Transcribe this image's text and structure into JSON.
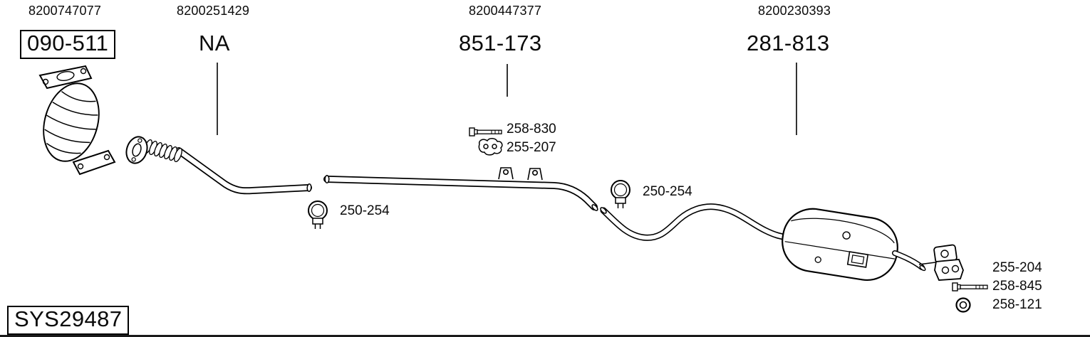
{
  "header_labels": [
    {
      "oem": "8200747077",
      "code": "090-511"
    },
    {
      "oem": "8200251429",
      "code": "NA"
    },
    {
      "oem": "8200447377",
      "code": "851-173"
    },
    {
      "oem": "8200230393",
      "code": "281-813"
    }
  ],
  "callouts": {
    "front_clamp": "250-254",
    "center_bolt": "258-830",
    "center_hanger": "255-207",
    "rear_clamp": "250-254",
    "rear_hanger": "255-204",
    "rear_bolt": "258-845",
    "rear_ring": "258-121"
  },
  "system_code": "SYS29487",
  "colors": {
    "line": "#000000",
    "background": "#ffffff"
  }
}
